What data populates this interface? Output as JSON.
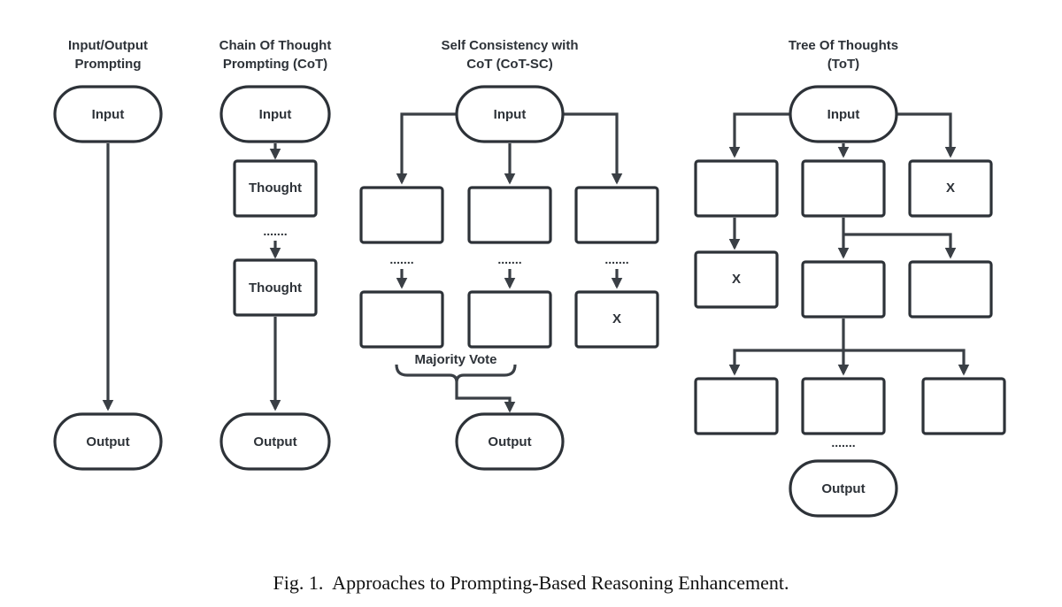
{
  "panels": [
    {
      "title_line1": "Input/Output",
      "title_line2": "Prompting"
    },
    {
      "title_line1": "Chain Of Thought",
      "title_line2": "Prompting (CoT)"
    },
    {
      "title_line1": "Self Consistency with",
      "title_line2": "CoT (CoT-SC)"
    },
    {
      "title_line1": "Tree Of Thoughts",
      "title_line2": "(ToT)"
    }
  ],
  "labels": {
    "input": "Input",
    "output": "Output",
    "thought": "Thought",
    "rejected": "X",
    "ellipsis": ".......",
    "majority_vote": "Majority Vote"
  },
  "caption": "Fig. 1.  Approaches to Prompting-Based Reasoning Enhancement."
}
